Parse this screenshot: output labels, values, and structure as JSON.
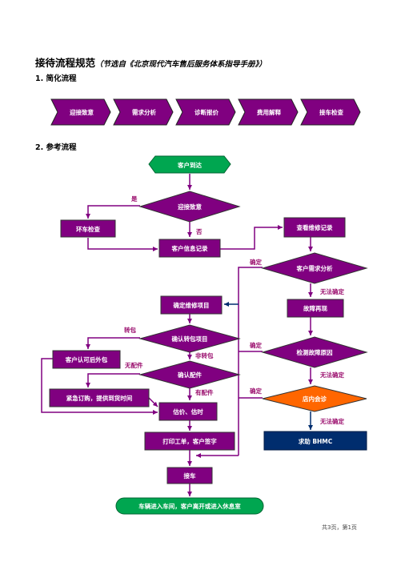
{
  "title": "接待流程规范",
  "subtitle": "（节选自《北京现代汽车售后服务体系指导手册》）",
  "section1": "1.  简化流程",
  "section2": "2.  参考流程",
  "simplified_steps": [
    "迎接致意",
    "需求分析",
    "诊断报价",
    "费用解释",
    "接车检查"
  ],
  "nodes": {
    "arrival": "客户到达",
    "greet": "迎接致意",
    "walkaround": "环车检查",
    "info_record": "客户信息记录",
    "check_records": "查看维修记录",
    "needs_analysis": "客户需求分析",
    "confirm_items": "确定维修项目",
    "reproduce": "故障再现",
    "confirm_subcontract": "确认转包项目",
    "diagnose": "检测故障原因",
    "outsource_ok": "客户认可后外包",
    "confirm_parts": "确认配件",
    "consult": "店内会诊",
    "urgent_order": "紧急订购，提供到货时间",
    "estimate": "估价、估时",
    "print_order": "打印工单，客户签字",
    "help": "求助 BHMC",
    "reception": "接车",
    "end": "车辆进入车间，客户离开或进入休息室"
  },
  "labels": {
    "yes": "是",
    "no": "否",
    "confirmed": "确定",
    "cannot_confirm": "无法确定",
    "subcontract": "转包",
    "non_subcontract": "非转包",
    "no_parts": "无配件",
    "has_parts": "有配件"
  },
  "footer": "共3页，第1页",
  "colors": {
    "purple": "#800080",
    "green": "#00a650",
    "orange": "#ff6600",
    "navy": "#002d6e",
    "label": "#9b0f6e"
  }
}
